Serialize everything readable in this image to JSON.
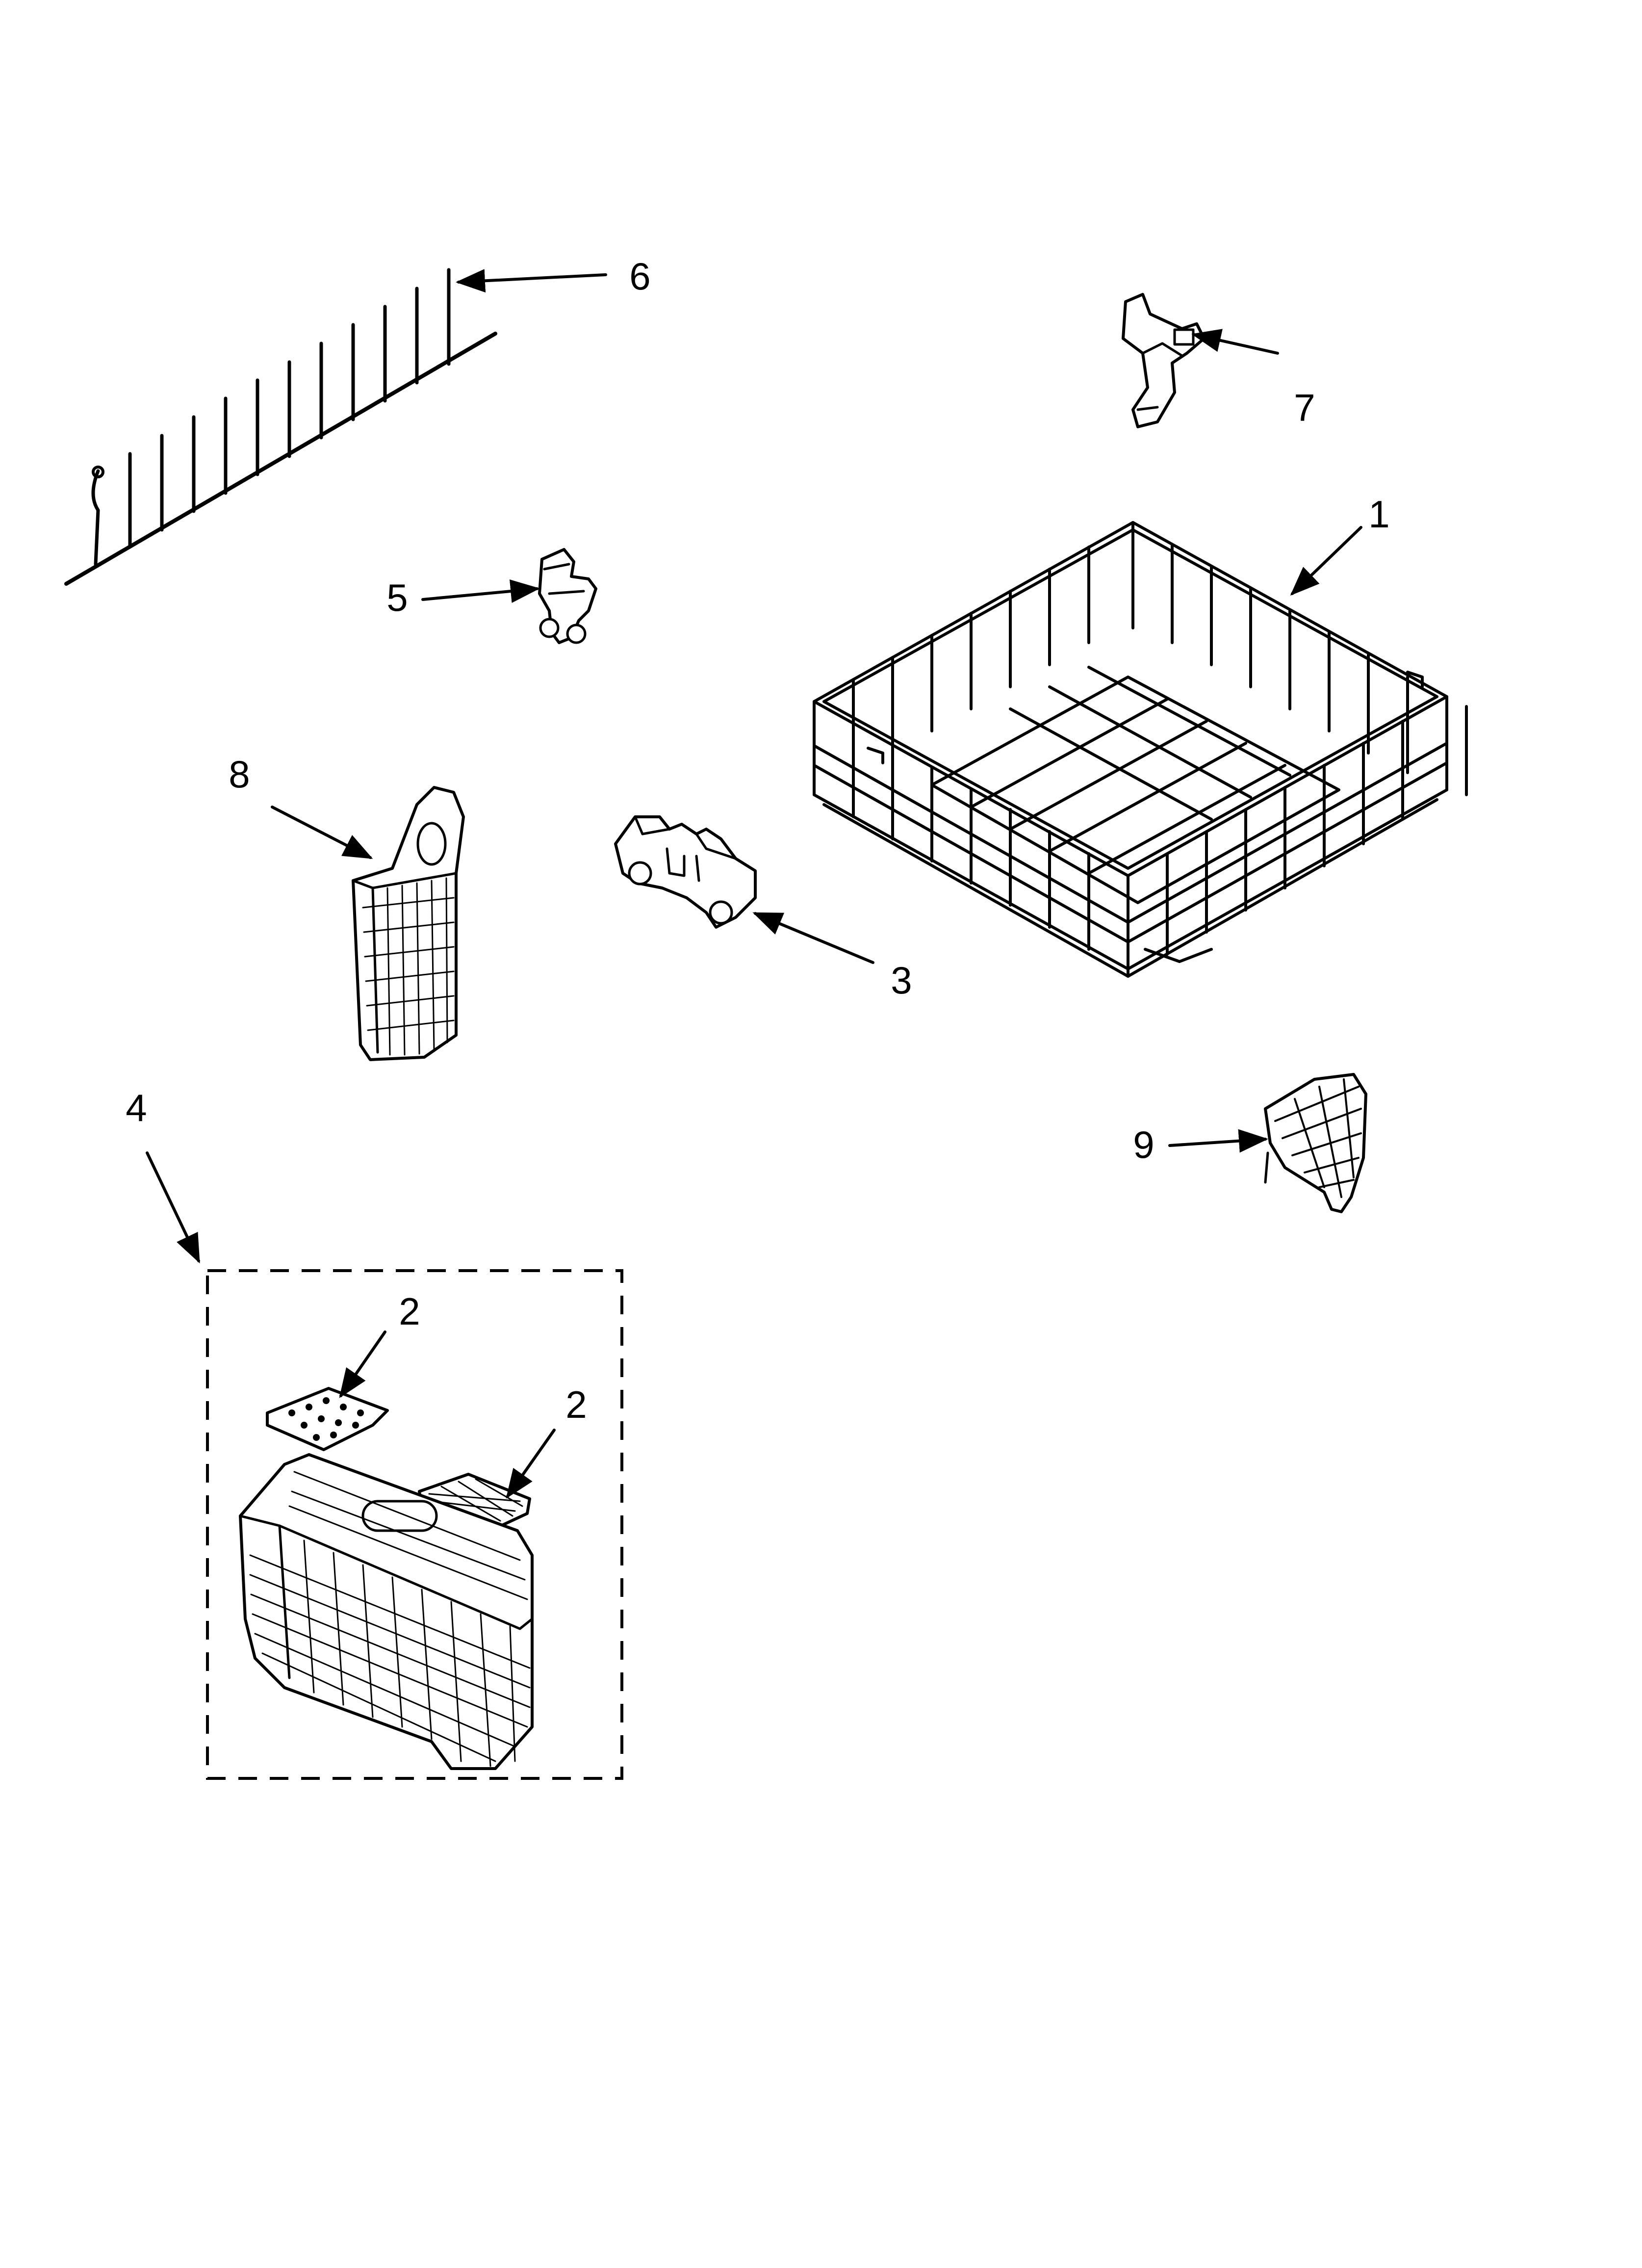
{
  "diagram": {
    "callouts": {
      "c1": "1",
      "c2a": "2",
      "c2b": "2",
      "c3": "3",
      "c4": "4",
      "c5": "5",
      "c6": "6",
      "c7": "7",
      "c8": "8",
      "c9": "9"
    }
  }
}
